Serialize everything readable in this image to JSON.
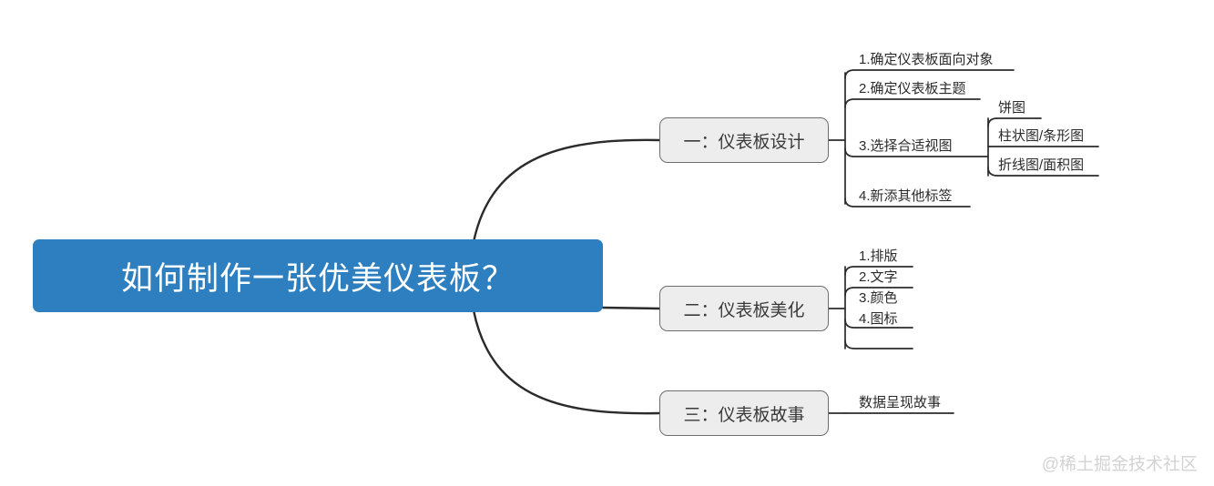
{
  "diagram": {
    "type": "mind-map",
    "title": "如何制作一张优美仪表板？",
    "root": {
      "label": "如何制作一张优美仪表板？",
      "color": "#2E7FC0",
      "text_color": "#FFFFFF"
    },
    "branch_style": {
      "fill": "#EDEDED",
      "border": "#6E6E6E",
      "text_color": "#3A3A3A"
    },
    "line_color": "#2B2B2B",
    "branches": [
      {
        "label": "一：仪表板设计",
        "leaves": [
          {
            "label": "1.确定仪表板面向对象",
            "children": []
          },
          {
            "label": "2.确定仪表板主题",
            "children": []
          },
          {
            "label": "3.选择合适视图",
            "children": [
              {
                "label": "饼图"
              },
              {
                "label": "柱状图/条形图"
              },
              {
                "label": "折线图/面积图"
              }
            ]
          },
          {
            "label": "4.新添其他标签",
            "children": []
          }
        ]
      },
      {
        "label": "二：仪表板美化",
        "leaves": [
          {
            "label": "1.排版",
            "children": []
          },
          {
            "label": "2.文字",
            "children": []
          },
          {
            "label": "3.颜色",
            "children": []
          },
          {
            "label": "4.图标",
            "children": []
          }
        ]
      },
      {
        "label": "三：仪表板故事",
        "leaves": [
          {
            "label": "数据呈现故事",
            "children": []
          }
        ]
      }
    ]
  },
  "watermark": {
    "text": "@稀土掘金技术社区",
    "color": "#D3D3D3"
  }
}
